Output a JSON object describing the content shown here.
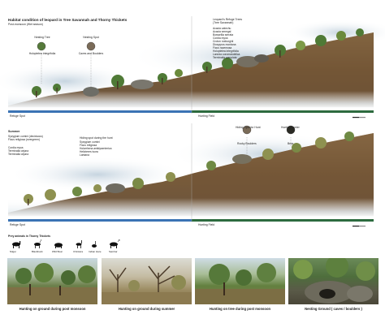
{
  "top_section": {
    "title": "Habitat condition of leopard in Tree Savannah and Thorny Thickets",
    "subtitle": "Post-monsoon (Wet season)",
    "labels": [
      {
        "name": "Nesting Tree",
        "sub": "Holoptelea integrifolia"
      },
      {
        "name": "Nesting Spot",
        "sub": "Caves and Boulders"
      }
    ],
    "right_heading": "Leopard's Refuge Trees\n(Tree Savannah)",
    "right_list": [
      "Acacia catechu",
      "Acacia senegal",
      "Boswellia serrata",
      "Cordia myxa",
      "Croton roxburghii",
      "Diospyros montana",
      "Ficus racemosa",
      "Holoptelea integrifolia",
      "Lannea coromandelica",
      "Terminalia crenulata"
    ],
    "refuge_label": "Refuge Spot",
    "hunting_label": "Hunting Field"
  },
  "middle_section": {
    "title": "Summer",
    "left_list_a": [
      "Syzygium cumini (deciduous)",
      "Ficus religiosa (evergreen)"
    ],
    "left_list_b": [
      "Cordia myxa",
      "Terminalia arjuna",
      "Terminalia arjuna"
    ],
    "center_heading": "Hiding spot during the hunt",
    "center_list": [
      "Syzygium cumini",
      "Ficus religiosa",
      "Holarrhena antidysenterica",
      "Helicteres isora",
      "Lantana"
    ],
    "labels": [
      {
        "name": "Hiding Spot for Hunt",
        "sub": "Rocky Boulders"
      },
      {
        "name": "Hunting Barrier",
        "sub": "Bear"
      }
    ],
    "refuge_label": "Refuge Spot",
    "hunting_label": "Hunting Field"
  },
  "prey": {
    "title": "Prey animals in Thorny Thickets",
    "animals": [
      "Nilgai",
      "Blackbuck",
      "Wild Boar",
      "Chinkara",
      "Indian Hare",
      "Sambar"
    ]
  },
  "photos": [
    {
      "caption": "Hunting on ground during post monsoon"
    },
    {
      "caption": "Hunting on ground during summer"
    },
    {
      "caption": "Hunting on tree during post monsoon"
    },
    {
      "caption": "Nesting Ground ( caves / boulders )"
    }
  ],
  "colors": {
    "soil": "#7a5c3a",
    "fog": "#dfe7ec",
    "band_green": "#2d6b3f",
    "band_blue": "#3b73b4",
    "canopy": "#4f7a36",
    "canopy_dry": "#8e9150",
    "sky_wash": "#bccedc"
  }
}
